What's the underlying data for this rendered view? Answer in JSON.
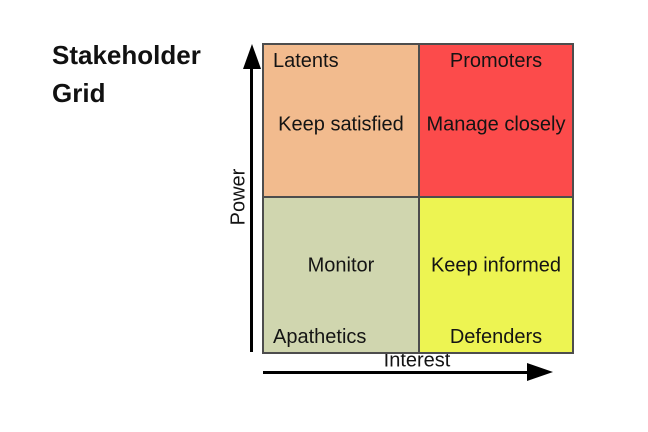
{
  "title": {
    "text": "Stakeholder Grid"
  },
  "axes": {
    "y": {
      "label": "Power"
    },
    "x": {
      "label": "Interest"
    }
  },
  "quadrants": {
    "top_left": {
      "name": "Latents",
      "strategy": "Keep satisfied",
      "color": "#F2BB8E"
    },
    "top_right": {
      "name": "Promoters",
      "strategy": "Manage closely",
      "color": "#FC4B4B"
    },
    "bottom_left": {
      "name": "Apathetics",
      "strategy": "Monitor",
      "color": "#D0D6AF"
    },
    "bottom_right": {
      "name": "Defenders",
      "strategy": "Keep informed",
      "color": "#EDF452"
    }
  },
  "colors": {
    "grid_border": "#4d4d4d",
    "axis": "#000000",
    "text": "#141414",
    "background": "#ffffff"
  }
}
